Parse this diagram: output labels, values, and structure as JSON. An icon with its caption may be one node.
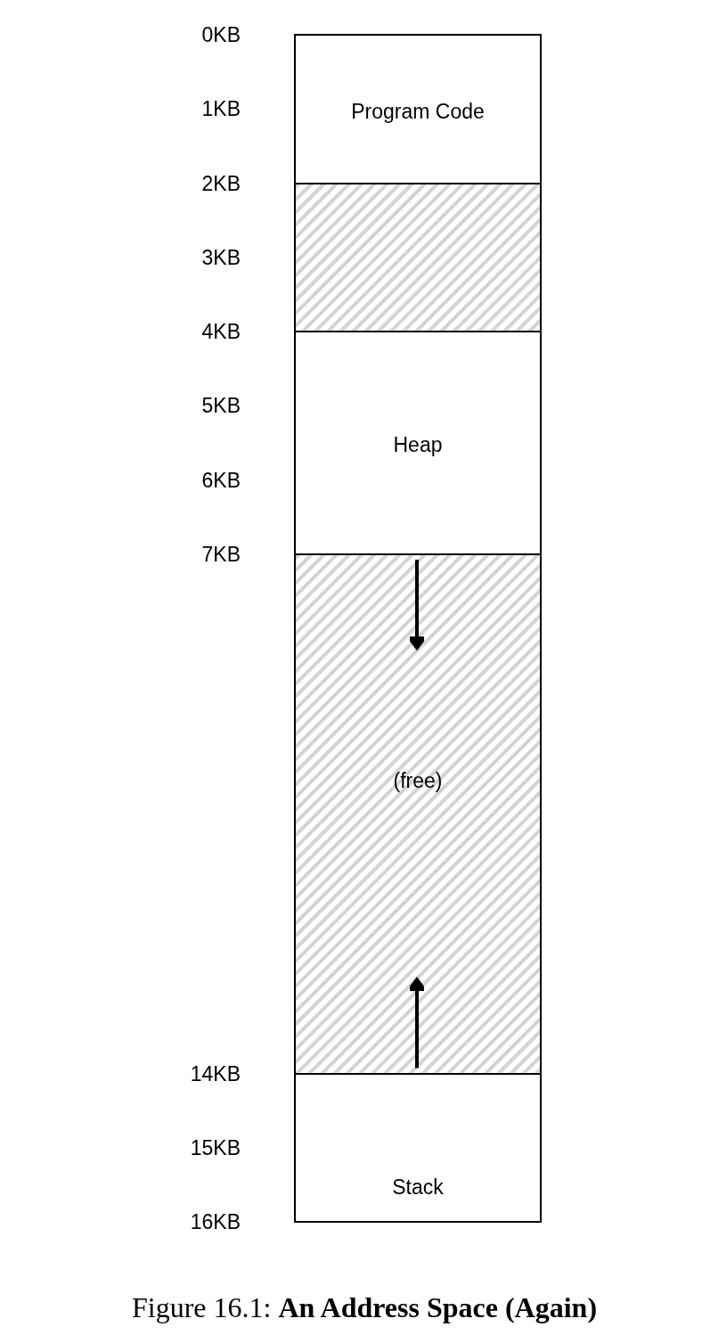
{
  "diagram": {
    "caption": "Figure 16.1: **An Address Space (Again)**",
    "nodes": [
      {
        "text": [
          "Program Code"
        ]
      },
      {
        "text": [],
        "shape": "box"
      },
      {
        "text": [
          "Heap"
        ]
      },
      {
        "text": [
          "(free)"
        ]
      },
      {
        "text": [
          "Stack"
        ]
      }
    ],
    "edges": [],
    "labels": [
      "0KB",
      "1KB",
      "2KB",
      "3KB",
      "4KB",
      "5KB",
      "6KB",
      "7KB",
      "14KB",
      "15KB",
      "16KB"
    ]
  }
}
